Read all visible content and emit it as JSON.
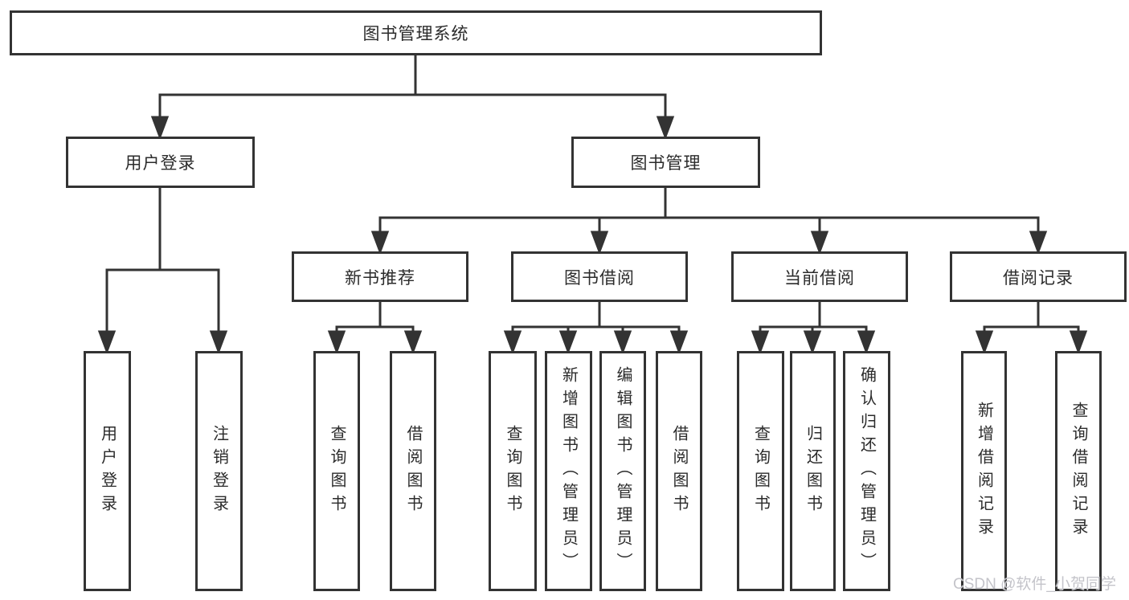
{
  "diagram": {
    "root": {
      "label": "图书管理系统"
    },
    "branches": [
      {
        "label": "用户登录",
        "children": [
          {
            "label": "用户登录"
          },
          {
            "label": "注销登录"
          }
        ]
      },
      {
        "label": "图书管理",
        "children": [
          {
            "label": "新书推荐",
            "children": [
              {
                "label": "查询图书"
              },
              {
                "label": "借阅图书"
              }
            ]
          },
          {
            "label": "图书借阅",
            "children": [
              {
                "label": "查询图书"
              },
              {
                "label": "新增图书（管理员）"
              },
              {
                "label": "编辑图书（管理员）"
              },
              {
                "label": "借阅图书"
              }
            ]
          },
          {
            "label": "当前借阅",
            "children": [
              {
                "label": "查询图书"
              },
              {
                "label": "归还图书"
              },
              {
                "label": "确认归还（管理员）"
              }
            ]
          },
          {
            "label": "借阅记录",
            "children": [
              {
                "label": "新增借阅记录"
              },
              {
                "label": "查询借阅记录"
              }
            ]
          }
        ]
      }
    ]
  },
  "watermark": {
    "text": "CSDN @软件_小贺同学"
  },
  "colors": {
    "line": "#333333",
    "text": "#2b2b2b",
    "watermark": "#c4c4ca",
    "background": "#ffffff"
  }
}
